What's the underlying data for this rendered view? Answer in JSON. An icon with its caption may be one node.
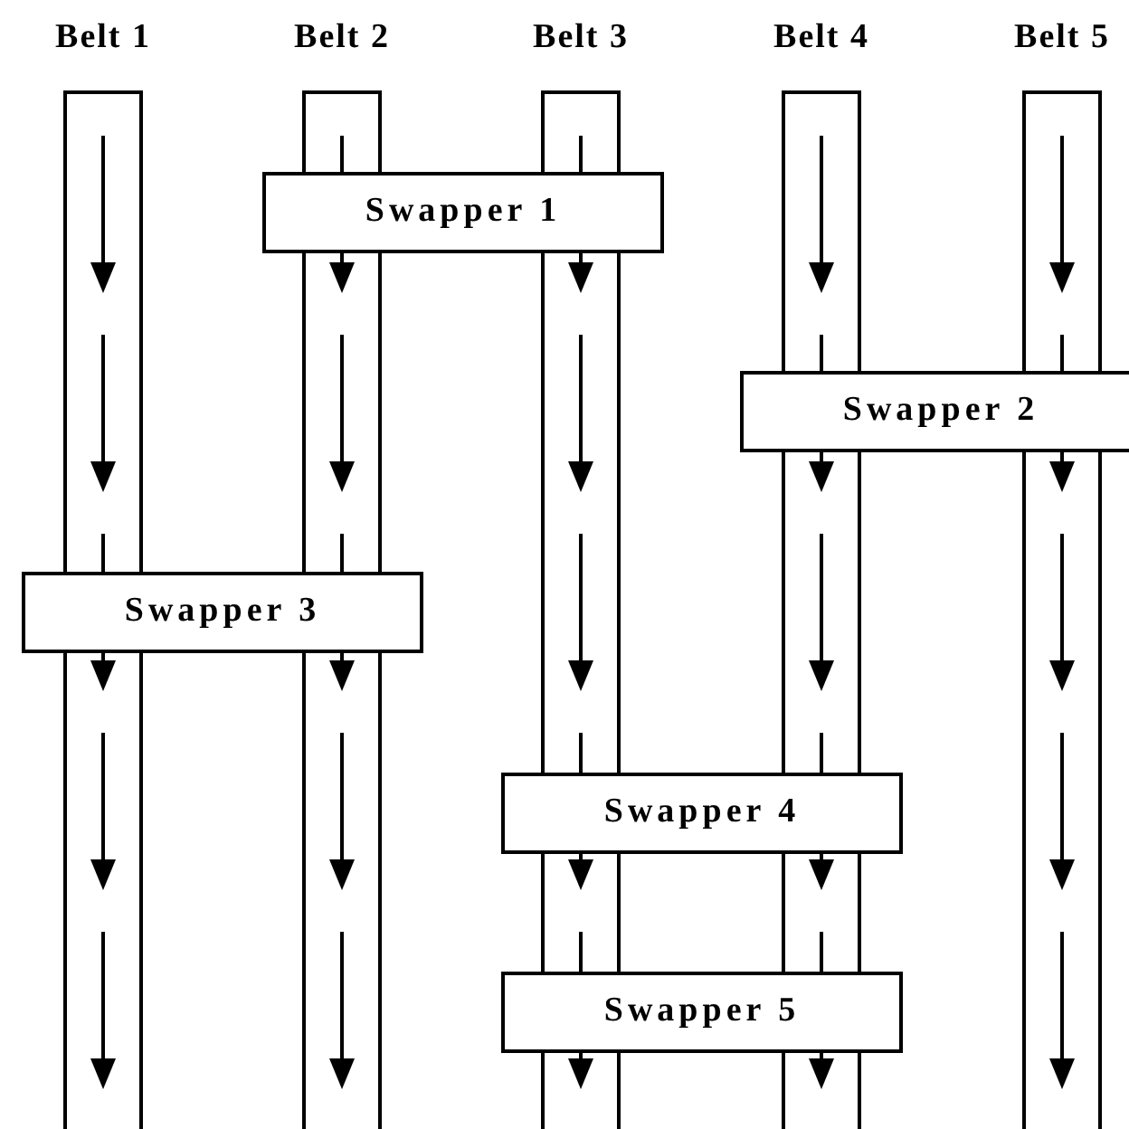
{
  "diagram": {
    "nodes": [
      {
        "text": [
          "Belt 1"
        ]
      },
      {
        "text": [
          "Belt 2"
        ]
      },
      {
        "text": [
          "Belt 3"
        ]
      },
      {
        "text": [
          "Belt 4"
        ]
      },
      {
        "text": [
          "Belt 5"
        ]
      },
      {
        "text": [
          "Swapper 1"
        ]
      },
      {
        "text": [
          "Swapper 2"
        ]
      },
      {
        "text": [
          "Swapper 3"
        ]
      },
      {
        "text": [
          "Swapper 4"
        ]
      },
      {
        "text": [
          "Swapper 5"
        ]
      }
    ]
  }
}
